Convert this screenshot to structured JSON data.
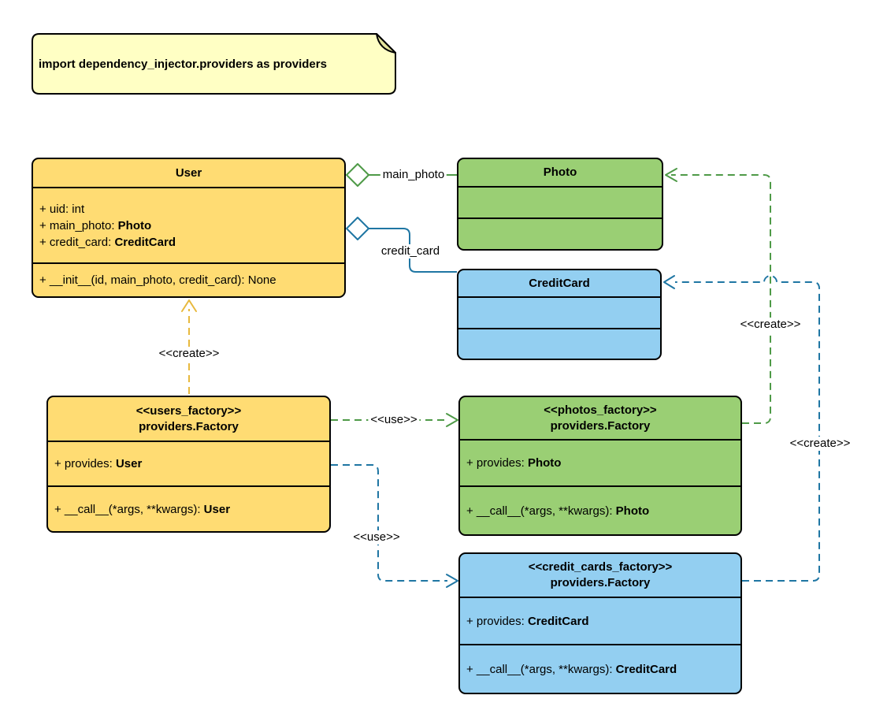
{
  "note": {
    "text": "import dependency_injector.providers as providers"
  },
  "colors": {
    "class-yellow": "#FFDC73",
    "class-green": "#9ACF74",
    "class-blue": "#93CFF1",
    "edge-yellow": "#E8B93E",
    "edge-green": "#4E9A47",
    "edge-blue": "#1F76A3",
    "note-fill": "#FFFFC4",
    "note-fold": "#E3E39B"
  },
  "classes": {
    "user": {
      "title": "User",
      "attributes": [
        {
          "t": "+ uid: int",
          "b": ""
        },
        {
          "t": "+ main_photo: ",
          "b": "Photo"
        },
        {
          "t": "+ credit_card: ",
          "b": "CreditCard"
        }
      ],
      "methods": [
        {
          "t": "+ __init__(id, main_photo, credit_card): None",
          "b": ""
        }
      ]
    },
    "photo": {
      "title": "Photo"
    },
    "credit_card": {
      "title": "CreditCard"
    },
    "users_factory": {
      "stereotype": "<<users_factory>>",
      "title": "providers.Factory",
      "attributes": [
        {
          "t": "+ provides: ",
          "b": "User"
        }
      ],
      "methods": [
        {
          "t": "+ __call__(*args, **kwargs): ",
          "b": "User"
        }
      ]
    },
    "photos_factory": {
      "stereotype": "<<photos_factory>>",
      "title": "providers.Factory",
      "attributes": [
        {
          "t": "+ provides: ",
          "b": "Photo"
        }
      ],
      "methods": [
        {
          "t": "+ __call__(*args, **kwargs): ",
          "b": "Photo"
        }
      ]
    },
    "credit_cards_factory": {
      "stereotype": "<<credit_cards_factory>>",
      "title": "providers.Factory",
      "attributes": [
        {
          "t": "+ provides: ",
          "b": "CreditCard"
        }
      ],
      "methods": [
        {
          "t": "+ __call__(*args, **kwargs): ",
          "b": "CreditCard"
        }
      ]
    }
  },
  "edges": {
    "main_photo_label": "main_photo",
    "credit_card_label": "credit_card",
    "create_label": "<<create>>",
    "use_label": "<<use>>"
  }
}
